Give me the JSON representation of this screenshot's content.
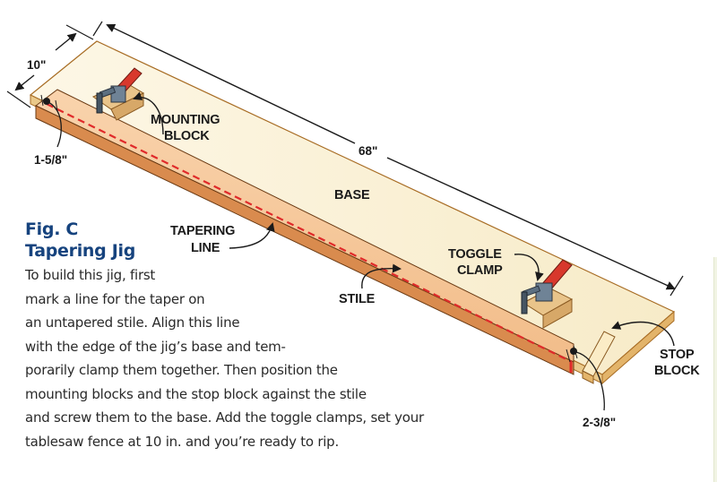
{
  "figure": {
    "number": "Fig. C",
    "title": "Tapering Jig",
    "body_lines": [
      "To build this jig, first",
      "mark a line for the taper on",
      "an untapered stile. Align this line",
      "with the edge of the jig’s base and tem-",
      "porarily clamp them together. Then position the",
      "mounting blocks and the stop block against the stile",
      "and screw them to the base. Add the toggle clamps, set your",
      "tablesaw fence at 10 in. and you’re ready to rip."
    ]
  },
  "labels": {
    "mounting_block": [
      "MOUNTING",
      "BLOCK"
    ],
    "base": "BASE",
    "tapering_line": [
      "TAPERING",
      "LINE"
    ],
    "stile": "STILE",
    "toggle_clamp": [
      "TOGGLE",
      "CLAMP"
    ],
    "stop_block": [
      "STOP",
      "BLOCK"
    ]
  },
  "dimensions": {
    "width": "10\"",
    "length": "68\"",
    "start_offset": "1-5/8\"",
    "end_offset": "2-3/8\""
  },
  "colors": {
    "title_blue": "#16437e",
    "base_top": "#fbf3dc",
    "base_edge": "#e7c27e",
    "stile_top": "#f6c797",
    "stile_side": "#d98b4e",
    "taper_line": "#e02a2a",
    "clamp_handle": "#d8382c",
    "clamp_metal": "#5c6f80",
    "panel_tint": "#f1f4e4"
  }
}
